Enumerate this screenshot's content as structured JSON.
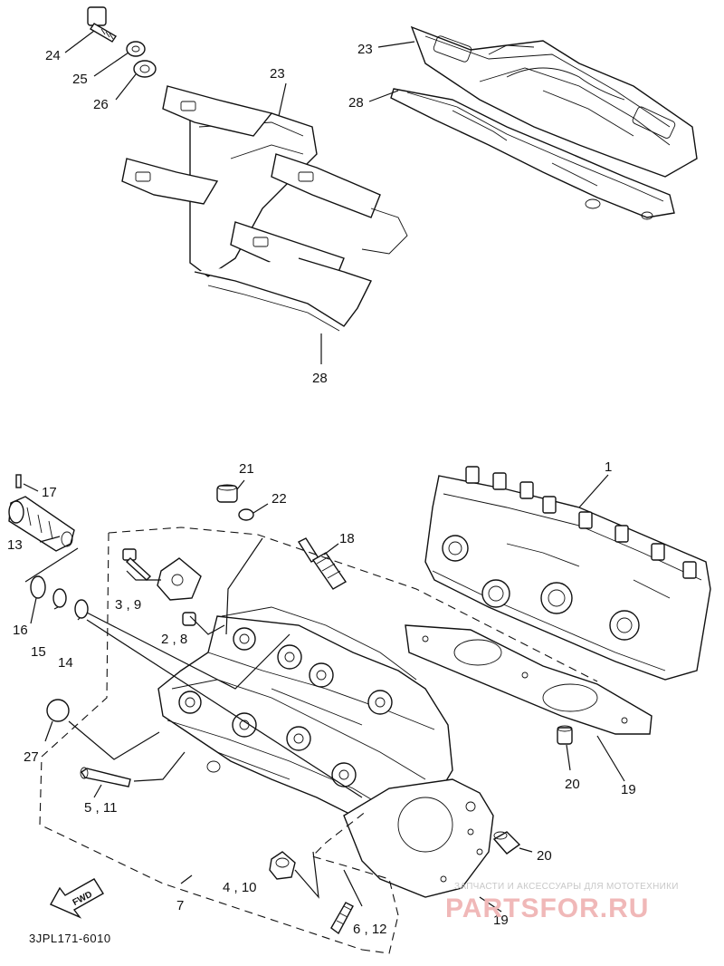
{
  "labels": {
    "l24": "24",
    "l25": "25",
    "l26": "26",
    "l23a": "23",
    "l23b": "23",
    "l28a": "28",
    "l28b": "28",
    "l1": "1",
    "l21": "21",
    "l22": "22",
    "l17": "17",
    "l13": "13",
    "l18": "18",
    "l3_9": "3 , 9",
    "l2_8": "2 , 8",
    "l16": "16",
    "l15": "15",
    "l14": "14",
    "l27": "27",
    "l5_11": "5 , 11",
    "l20a": "20",
    "l20b": "20",
    "l19a": "19",
    "l19b": "19",
    "l4_10": "4 , 10",
    "l7": "7",
    "l6_12": "6 , 12"
  },
  "fwd_text": "FWD",
  "diagram_code": "3JPL171-6010",
  "watermark": {
    "tagline": "ЗАПЧАСТИ И АКСЕССУАРЫ ДЛЯ МОТОТЕХНИКИ",
    "brand": "PARTSFOR.RU"
  }
}
